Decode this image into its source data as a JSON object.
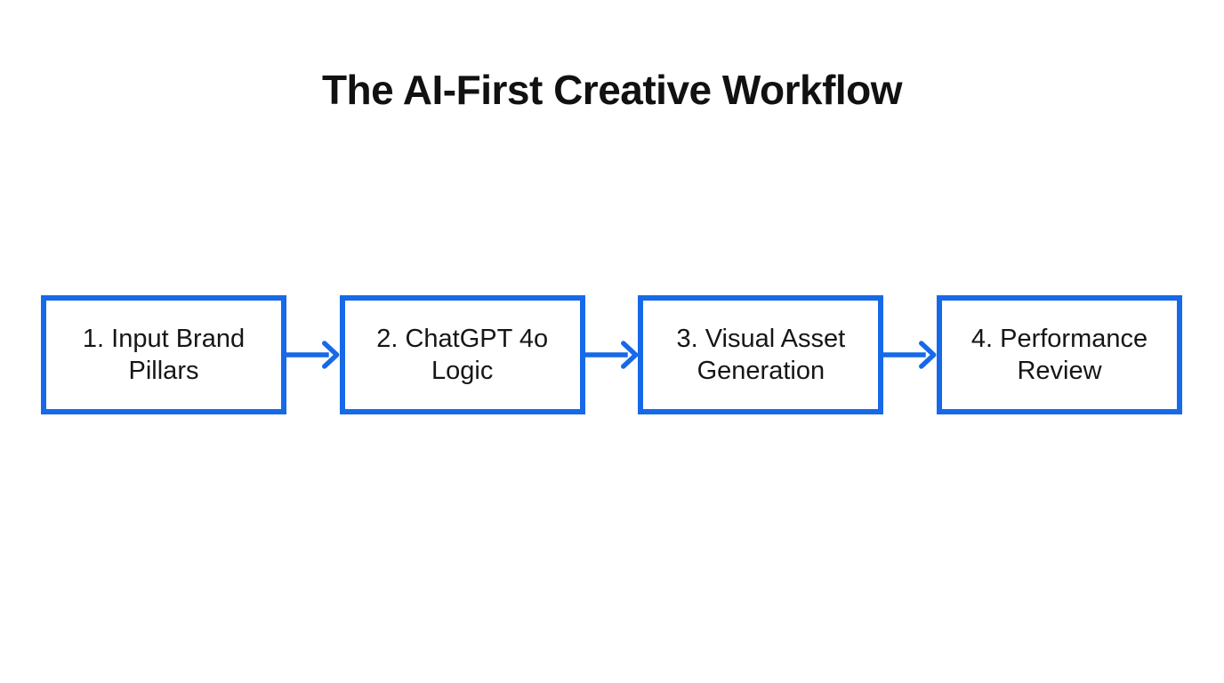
{
  "page": {
    "title": "The AI-First Creative Workflow"
  },
  "theme": {
    "background": "#ffffff",
    "accent_blue": "#1769e8",
    "title_color": "#111111",
    "step_text_color": "#161616"
  },
  "workflow": {
    "steps": [
      {
        "label": "1. Input Brand Pillars"
      },
      {
        "label": "2. ChatGPT 4o Logic"
      },
      {
        "label": "3. Visual Asset Generation"
      },
      {
        "label": "4. Performance Review"
      }
    ],
    "connector_icon": "arrow-right-icon"
  }
}
